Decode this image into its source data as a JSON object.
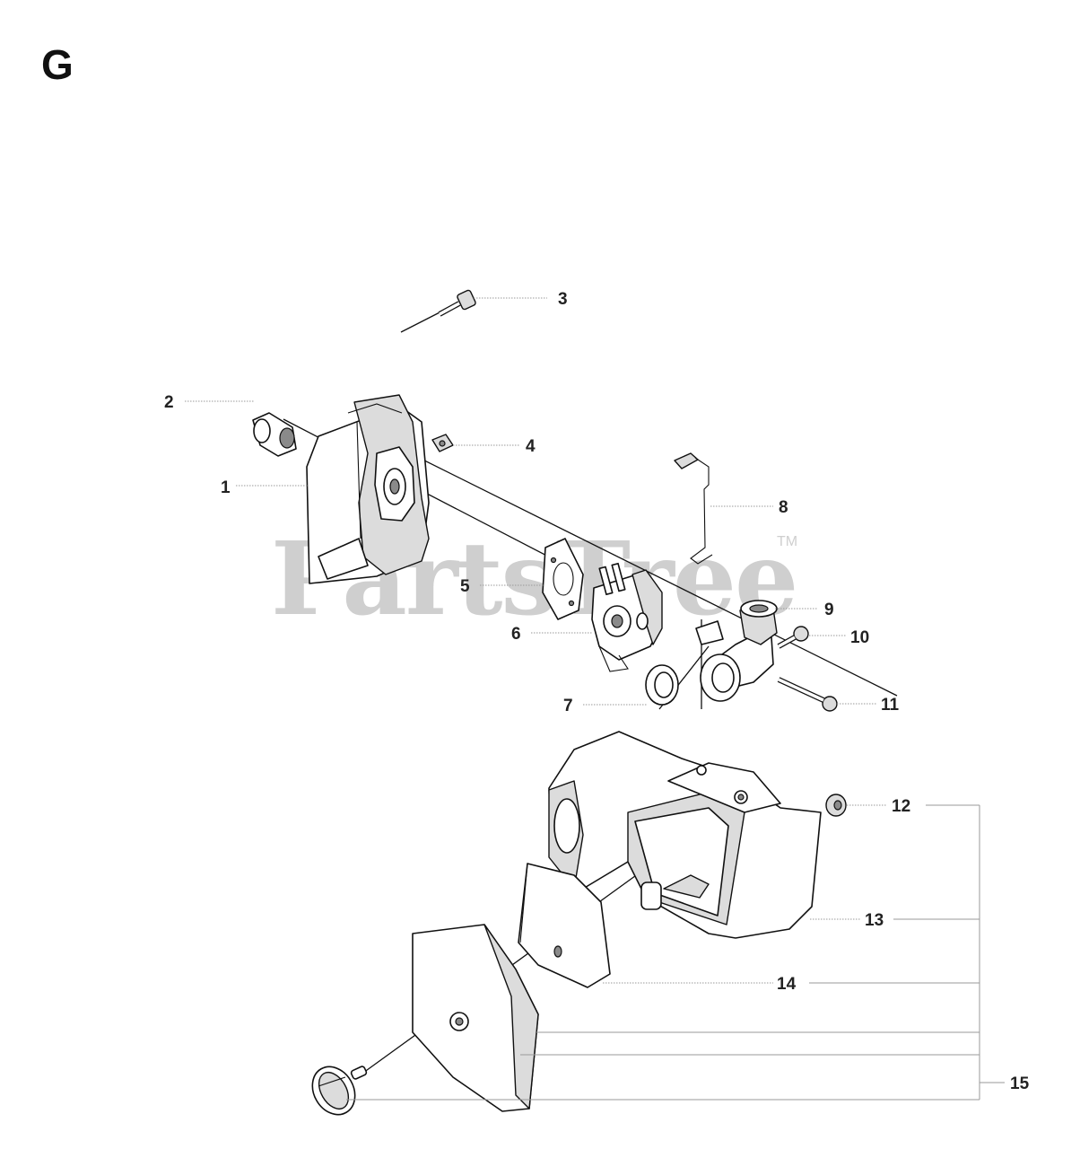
{
  "section": "G",
  "watermark": {
    "text": "PartsTree",
    "tm": "TM"
  },
  "callouts": [
    "1",
    "2",
    "3",
    "4",
    "5",
    "6",
    "7",
    "8",
    "9",
    "10",
    "11",
    "12",
    "13",
    "14",
    "15"
  ]
}
